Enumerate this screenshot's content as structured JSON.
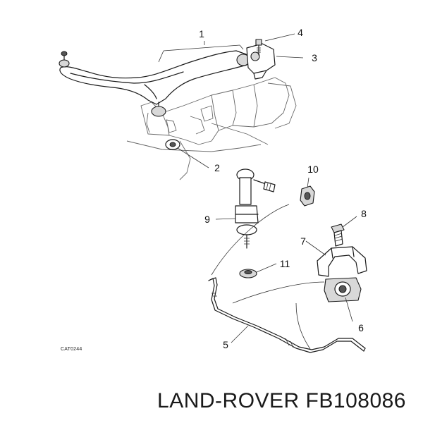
{
  "diagram": {
    "catalog_code": "CAT0244",
    "caption": "LAND-ROVER FB108086",
    "callouts": [
      {
        "id": "1",
        "part": "lower-control-arm"
      },
      {
        "id": "2",
        "part": "arm-mount-bushing"
      },
      {
        "id": "3",
        "part": "arm-pivot-bracket"
      },
      {
        "id": "4",
        "part": "bracket-bolt"
      },
      {
        "id": "5",
        "part": "stabilizer-bar"
      },
      {
        "id": "6",
        "part": "stabilizer-bar-bushing"
      },
      {
        "id": "7",
        "part": "bushing-clamp"
      },
      {
        "id": "8",
        "part": "clamp-bolt"
      },
      {
        "id": "9",
        "part": "stabilizer-link"
      },
      {
        "id": "10",
        "part": "link-nut"
      },
      {
        "id": "11",
        "part": "link-bushing"
      }
    ]
  }
}
